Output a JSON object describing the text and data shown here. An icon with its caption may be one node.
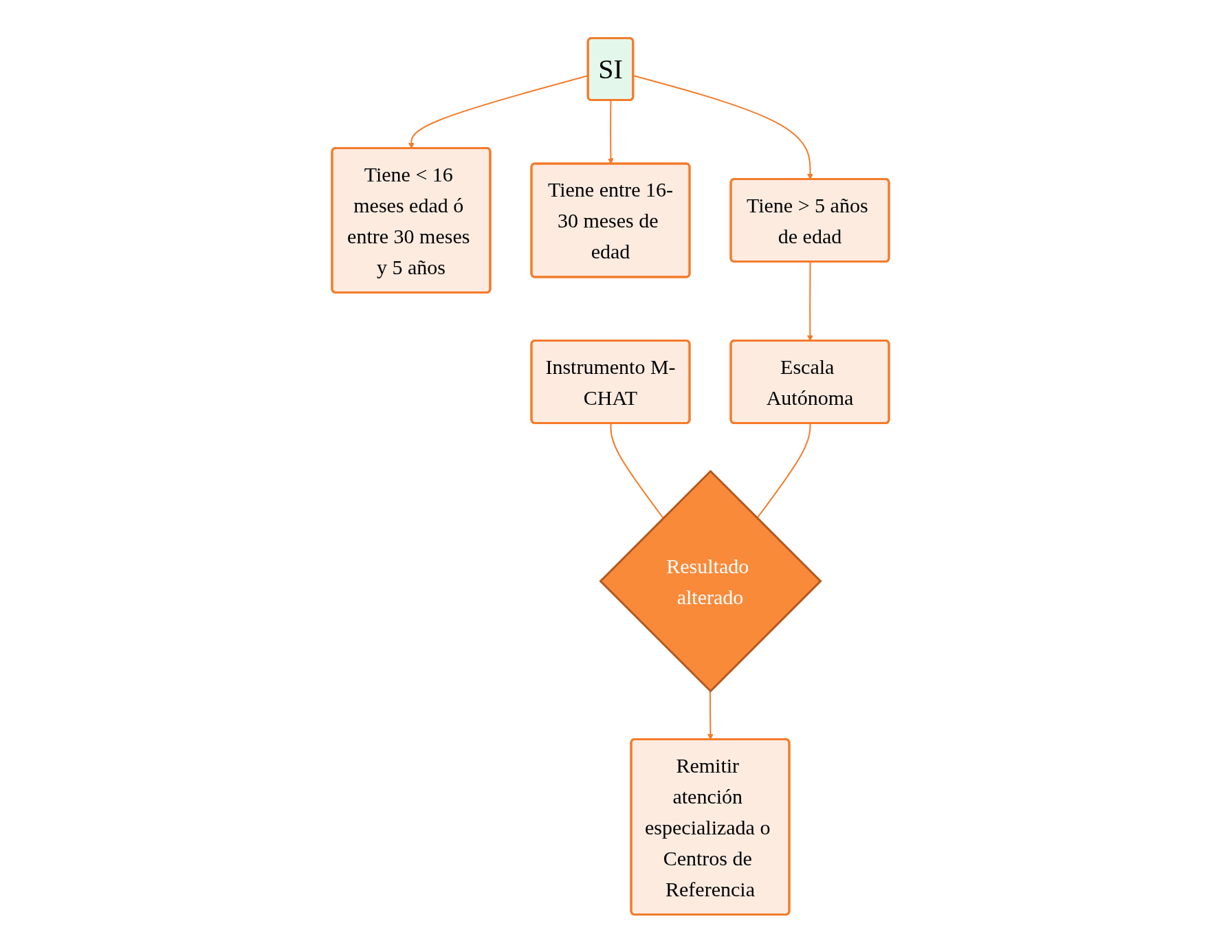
{
  "diagram": {
    "nodes": [
      {
        "text": [
          "SI"
        ]
      },
      {
        "text": [
          "Tiene < 16 meses edad ó entre 30 meses y 5 años"
        ]
      },
      {
        "text": [
          "Tiene entre 16-30 meses de edad"
        ]
      },
      {
        "text": [
          "Tiene > 5 años de edad"
        ]
      },
      {
        "text": [
          "Instrumento M-CHAT"
        ]
      },
      {
        "text": [
          "Escala Autónoma"
        ]
      },
      {
        "text": [
          "Resultado alterado"
        ]
      },
      {
        "text": [
          "Remitir atención especializada o Centros de Referencia"
        ]
      }
    ],
    "edges": [
      {
        "from": 0,
        "to": 1,
        "arrow": "to"
      },
      {
        "from": 0,
        "to": 2,
        "arrow": "to"
      },
      {
        "from": 0,
        "to": 3,
        "arrow": "to"
      },
      {
        "from": 3,
        "to": 5,
        "arrow": "to"
      },
      {
        "from": 4,
        "to": 6,
        "arrow": "none"
      },
      {
        "from": 5,
        "to": 6,
        "arrow": "none"
      },
      {
        "from": 6,
        "to": 7,
        "arrow": "to"
      }
    ]
  }
}
